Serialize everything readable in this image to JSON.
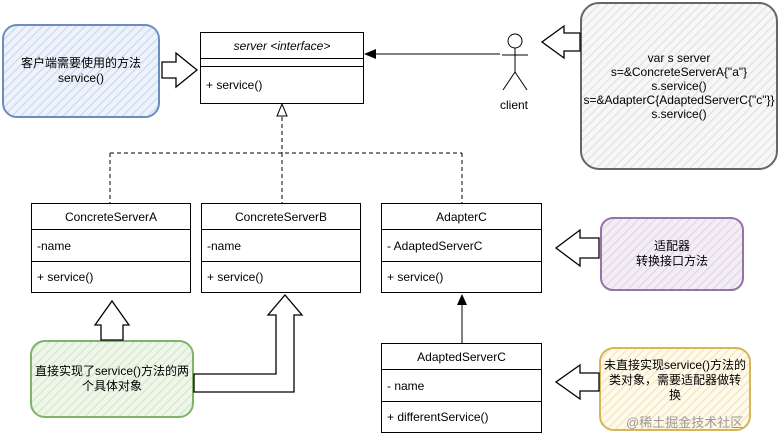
{
  "classes": {
    "server": {
      "title": "server <interface>",
      "attrs": "",
      "method": "+ service()"
    },
    "concreteA": {
      "title": "ConcreteServerA",
      "attr": "-name",
      "method": "+ service()"
    },
    "concreteB": {
      "title": "ConcreteServerB",
      "attr": "-name",
      "method": "+ service()"
    },
    "adapterC": {
      "title": "AdapterC",
      "attr": "- AdaptedServerC",
      "method": "+ service()"
    },
    "adaptedC": {
      "title": "AdaptedServerC",
      "attr": "- name",
      "method": "+ differentService()"
    }
  },
  "actor": {
    "label": "client"
  },
  "notes": {
    "client_need": "客户端需要使用的方法\nservice()",
    "code": "var s server\ns=&ConcreteServerA{\"a\"}\ns.service()\ns=&AdapterC{AdaptedServerC{\"c\"}}\ns.service()",
    "adapter": "适配器\n转换接口方法",
    "direct": "直接实现了service()方法的两\n个具体对象",
    "not_direct": "未直接实现service()方法的\n类对象，需要适配器做转换"
  },
  "colors": {
    "blue_border": "#6c8ebf",
    "blue_fill": "#dae8fc",
    "gray_border": "#666666",
    "gray_fill": "#f0f0f0",
    "purple_border": "#9673a6",
    "purple_fill": "#e1d5e7",
    "green_border": "#82b366",
    "green_fill": "#d5e8d4",
    "orange_border": "#d6b656",
    "orange_fill": "#fff2cc"
  },
  "watermark": "@稀土掘金技术社区"
}
